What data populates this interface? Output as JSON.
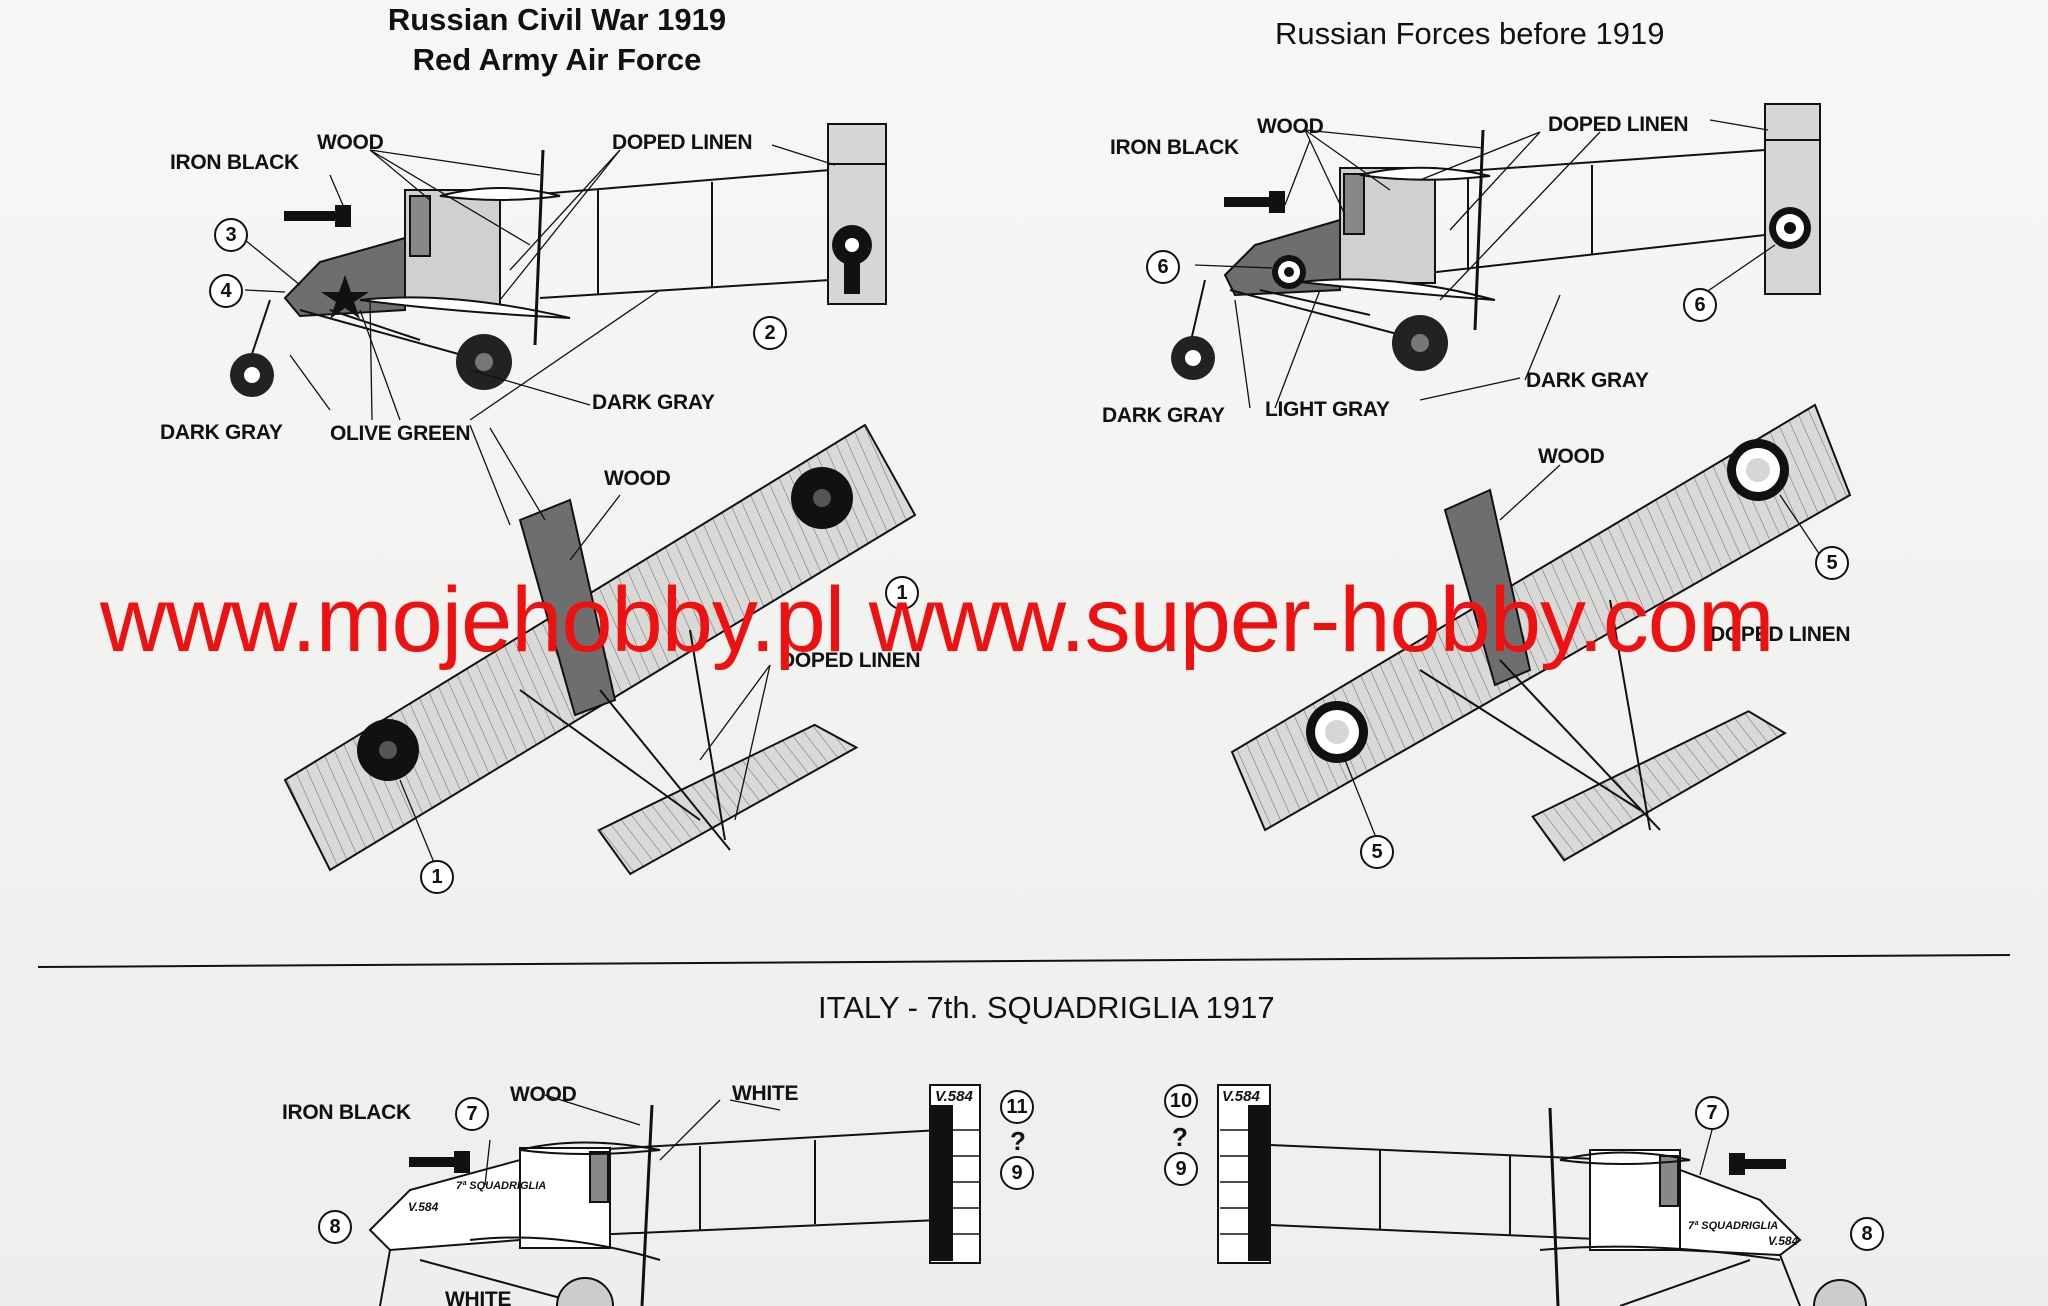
{
  "sections": {
    "red_army": {
      "title_line1": "Russian Civil War 1919",
      "title_line2": "Red Army Air Force"
    },
    "russian_forces": {
      "title": "Russian Forces before 1919"
    },
    "italy": {
      "title": "ITALY - 7th. SQUADRIGLIA 1917"
    }
  },
  "labels": {
    "iron_black": "IRON BLACK",
    "wood": "WOOD",
    "doped_linen": "DOPED LINEN",
    "dark_gray": "DARK GRAY",
    "olive_green": "OLIVE GREEN",
    "light_gray": "LIGHT GRAY",
    "white": "WHITE"
  },
  "callouts": {
    "c1": "1",
    "c2": "2",
    "c3": "3",
    "c4": "4",
    "c5": "5",
    "c6": "6",
    "c7": "7",
    "c8": "8",
    "c9": "9",
    "c10": "10",
    "c11": "11",
    "unknown": "?"
  },
  "markings": {
    "squadriglia": "7ª SQUADRIGLIA",
    "serial": "V.584"
  },
  "watermark": "www.mojehobby.pl www.super-hobby.com",
  "colors": {
    "olive_green": "#707070",
    "doped_linen": "#d4d5d3",
    "watermark": "#ee1111"
  }
}
